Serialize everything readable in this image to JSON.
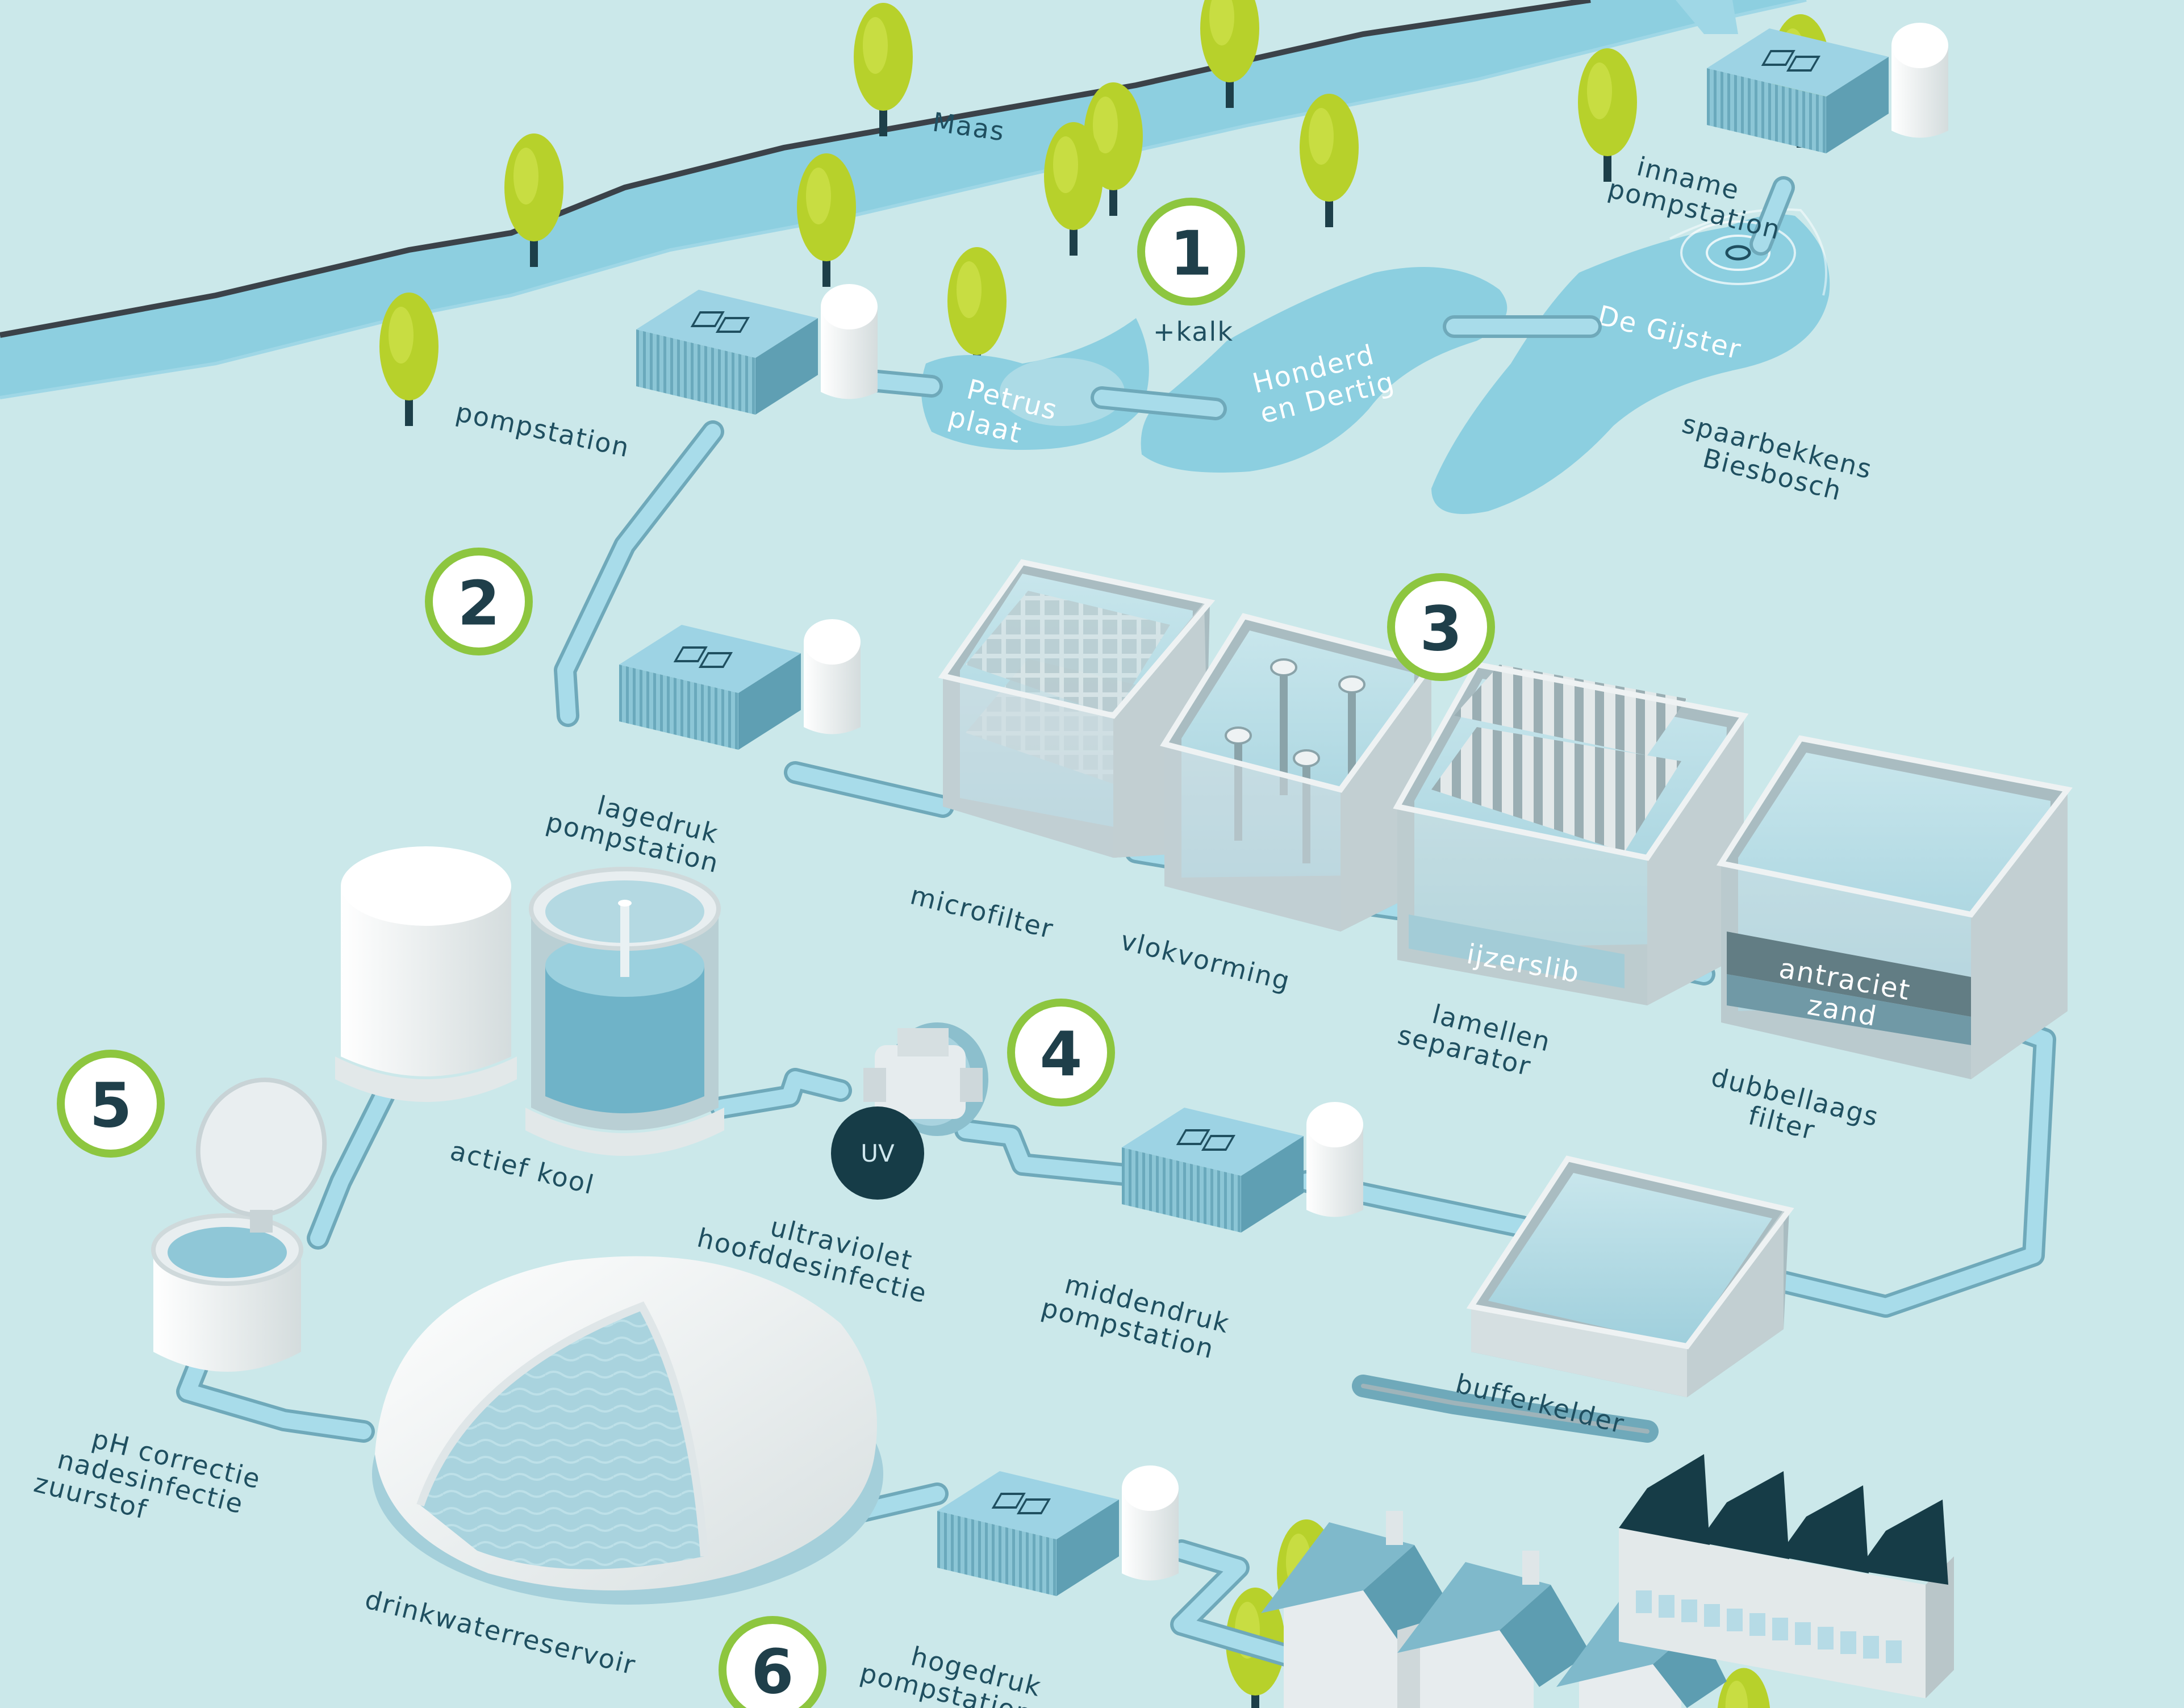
{
  "labels": {
    "maas": "Maas",
    "inname_pompstation": [
      "inname",
      "pompstation"
    ],
    "pompstation": "pompstation",
    "kalk": "+kalk",
    "petrus_plaat": [
      "Petrus",
      "plaat"
    ],
    "honderd_en_dertig": [
      "Honderd",
      "en Dertig"
    ],
    "de_gijster": "De Gijster",
    "spaarbekkens": [
      "spaarbekkens",
      "Biesbosch"
    ],
    "lagedruk_pompstation": [
      "lagedruk",
      "pompstation"
    ],
    "microfilter": "microfilter",
    "vlokvorming": "vlokvorming",
    "ijzerslib": "ijzerslib",
    "lamellen_separator": [
      "lamellen",
      "separator"
    ],
    "antraciet": "antraciet",
    "zand": "zand",
    "dubbellaags_filter": [
      "dubbellaags",
      "filter"
    ],
    "actief_kool": "actief kool",
    "uv": "UV",
    "ultraviolet": [
      "ultraviolet",
      "hoofddesinfectie"
    ],
    "middendruk_pompstation": [
      "middendruk",
      "pompstation"
    ],
    "bufferkelder": "bufferkelder",
    "ph_correctie": [
      "pH correctie",
      "nadesinfectie",
      "zuurstof"
    ],
    "drinkwaterreservoir": "drinkwaterreservoir",
    "hogedruk_pompstation": [
      "hogedruk",
      "pompstation"
    ]
  },
  "steps": [
    "1",
    "2",
    "3",
    "4",
    "5",
    "6"
  ],
  "colors": {
    "background": "#cbe8ea",
    "water": "#8ccfe0",
    "water_dark": "#6fb8cc",
    "pipe": "#a8dcea",
    "building": "#9fd3e3",
    "tank_white": "#f3f5f5",
    "tree": "#b7d12b",
    "badge_ring": "#8dc63f",
    "label_text": "#1f4f60",
    "dark_teal": "#163c47"
  }
}
